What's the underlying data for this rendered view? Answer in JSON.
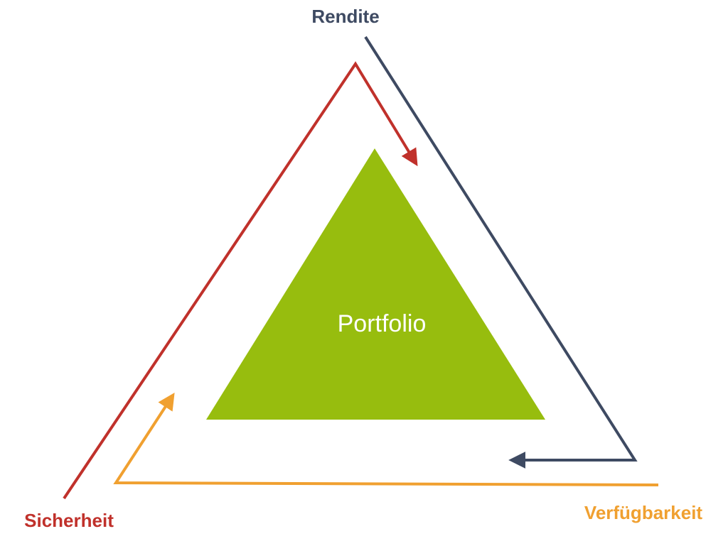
{
  "diagram": {
    "center_label": "Portfolio",
    "labels": {
      "rendite": "Rendite",
      "sicherheit": "Sicherheit",
      "verfuegbarkeit": "Verfügbarkeit"
    },
    "colors": {
      "rendite": "#3e4a62",
      "sicherheit": "#c0312b",
      "verfuegbarkeit": "#f0a030",
      "portfolio_fill": "#97bd0e",
      "center_text": "#ffffff"
    }
  }
}
